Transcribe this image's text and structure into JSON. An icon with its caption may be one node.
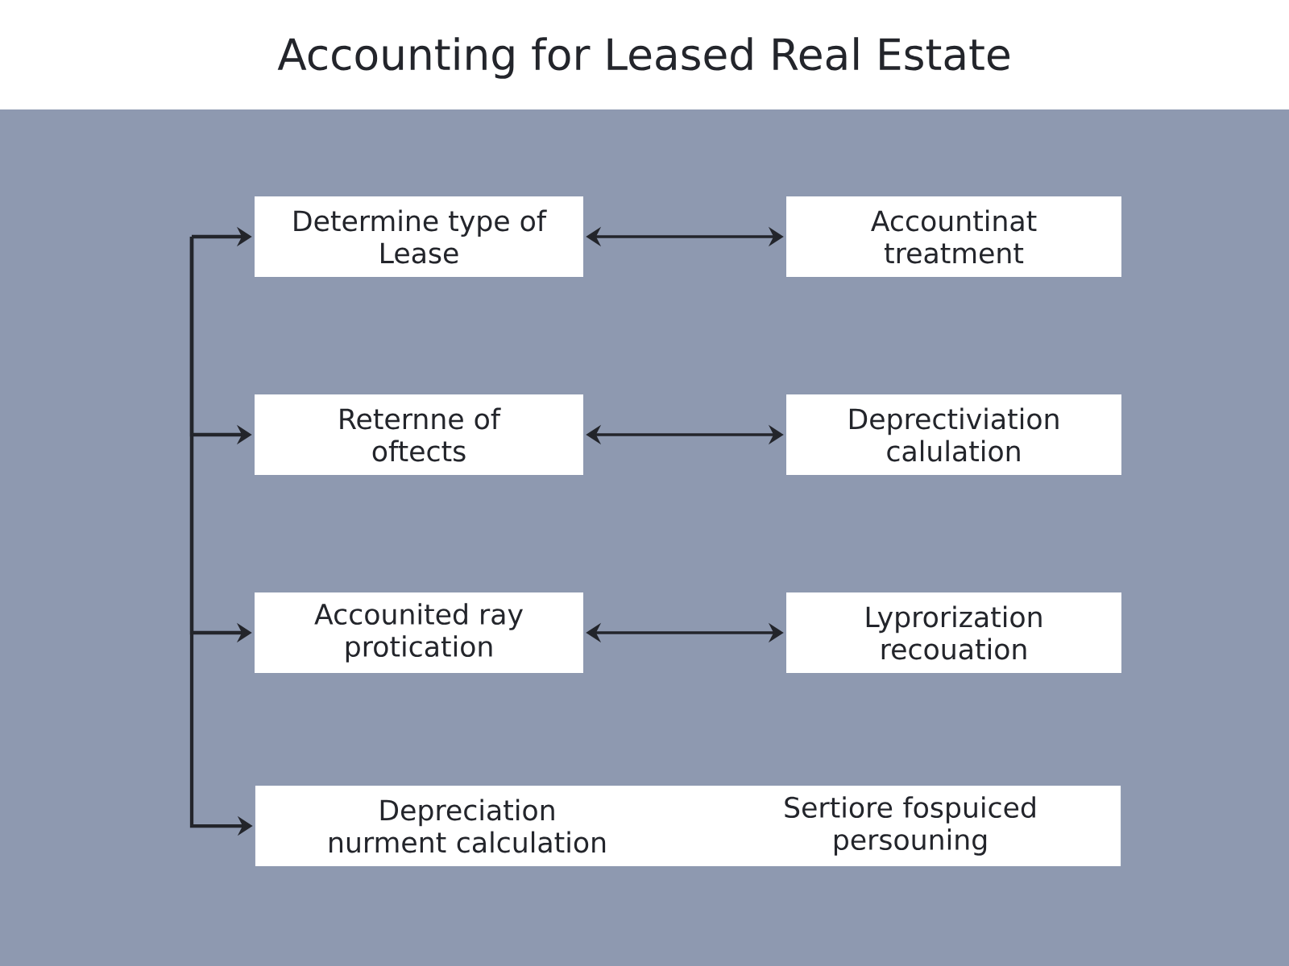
{
  "diagram": {
    "title": "Accounting for Leased Real Estate",
    "nodes": [
      {
        "text": [
          "Determine type of Lease"
        ]
      },
      {
        "text": [
          "Accountinat treatment"
        ]
      },
      {
        "text": [
          "Reternne of oftects"
        ]
      },
      {
        "text": [
          "Deprectiviation calulation"
        ]
      },
      {
        "text": [
          "Accounited ray protication"
        ]
      },
      {
        "text": [
          "Lyprorization recouation"
        ]
      },
      {
        "text": [
          "Depreciation nurment calculation",
          "Sertiore fospuiced persouning"
        ]
      }
    ],
    "edges": [
      {
        "from": null,
        "to": 0,
        "arrow": "to"
      },
      {
        "from": null,
        "to": 2,
        "arrow": "to"
      },
      {
        "from": null,
        "to": 4,
        "arrow": "to"
      },
      {
        "from": null,
        "to": 6,
        "arrow": "to"
      },
      {
        "from": 0,
        "to": 1,
        "arrow": "both"
      },
      {
        "from": 2,
        "to": 3,
        "arrow": "both"
      },
      {
        "from": 4,
        "to": 5,
        "arrow": "both"
      }
    ]
  }
}
